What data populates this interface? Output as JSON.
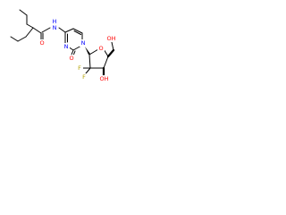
{
  "molecule": {
    "atoms": {
      "n_amide": {
        "text": "N",
        "color": "#0000ff"
      },
      "h_amide": {
        "text": "H",
        "color": "#0000ff"
      },
      "o_amide": {
        "text": "O",
        "color": "#ff0000"
      },
      "n_ring1": {
        "text": "N",
        "color": "#0000ff"
      },
      "n_ring2": {
        "text": "N",
        "color": "#0000ff"
      },
      "o_ring": {
        "text": "O",
        "color": "#ff0000"
      },
      "o_sugar": {
        "text": "O",
        "color": "#ff0000"
      },
      "f1": {
        "text": "F",
        "color": "#b3a000"
      },
      "f2": {
        "text": "F",
        "color": "#b3a000"
      },
      "oh_top": {
        "text": "OH",
        "color": "#ff0000"
      },
      "oh_bottom": {
        "text": "OH",
        "color": "#ff0000"
      }
    }
  }
}
